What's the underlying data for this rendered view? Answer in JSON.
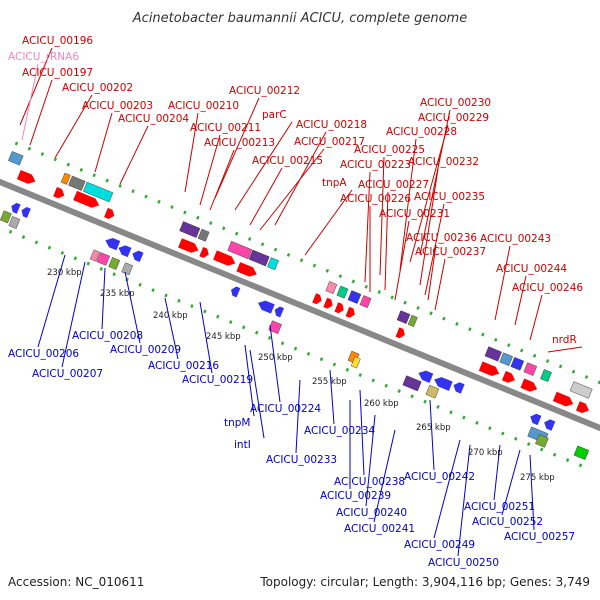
{
  "title": "Acinetobacter baumannii ACICU, complete genome",
  "footer": {
    "accession": "Accession: NC_010611",
    "summary": "Topology: circular; Length: 3,904,116 bp; Genes: 3,749"
  },
  "colors": {
    "forward_label": "#cc0000",
    "reverse_label": "#0000cc",
    "rna_label": "#ee88bb",
    "forward_arrow": "#ee0000",
    "reverse_arrow": "#0000ee",
    "backbone": "#888888",
    "tick": "#33aa33"
  },
  "scale_labels": [
    "230 kbp",
    "235 kbp",
    "240 kbp",
    "245 kbp",
    "250 kbp",
    "255 kbp",
    "260 kbp",
    "265 kbp",
    "270 kbp",
    "275 kbp"
  ],
  "forward_labels": [
    {
      "text": "ACICU_00196"
    },
    {
      "text": "ACICU_rRNA6",
      "kind": "rna"
    },
    {
      "text": "ACICU_00197"
    },
    {
      "text": "ACICU_00202"
    },
    {
      "text": "ACICU_00203"
    },
    {
      "text": "ACICU_00204"
    },
    {
      "text": "ACICU_00210"
    },
    {
      "text": "ACICU_00212"
    },
    {
      "text": "ACICU_00211"
    },
    {
      "text": "parC"
    },
    {
      "text": "ACICU_00213"
    },
    {
      "text": "ACICU_00218"
    },
    {
      "text": "ACICU_00217"
    },
    {
      "text": "ACICU_00215"
    },
    {
      "text": "tnpA"
    },
    {
      "text": "ACICU_00230"
    },
    {
      "text": "ACICU_00229"
    },
    {
      "text": "ACICU_00228"
    },
    {
      "text": "ACICU_00225"
    },
    {
      "text": "ACICU_00223"
    },
    {
      "text": "ACICU_00232"
    },
    {
      "text": "ACICU_00227"
    },
    {
      "text": "ACICU_00226"
    },
    {
      "text": "ACICU_00235"
    },
    {
      "text": "ACICU_00231"
    },
    {
      "text": "ACICU_00236"
    },
    {
      "text": "ACICU_00243"
    },
    {
      "text": "ACICU_00237"
    },
    {
      "text": "nrdR"
    },
    {
      "text": "ACICU_00244"
    },
    {
      "text": "ACICU_00246"
    }
  ],
  "reverse_labels": [
    {
      "text": "ACICU_00206"
    },
    {
      "text": "ACICU_00207"
    },
    {
      "text": "ACICU_00208"
    },
    {
      "text": "ACICU_00209"
    },
    {
      "text": "ACICU_00216"
    },
    {
      "text": "ACICU_00219"
    },
    {
      "text": "ACICU_00224"
    },
    {
      "text": "tnpM"
    },
    {
      "text": "intI"
    },
    {
      "text": "ACICU_00234"
    },
    {
      "text": "ACICU_00233"
    },
    {
      "text": "ACICU_00238"
    },
    {
      "text": "ACICU_00239"
    },
    {
      "text": "ACICU_00242"
    },
    {
      "text": "ACICU_00240"
    },
    {
      "text": "ACICU_00241"
    },
    {
      "text": "ACICU_00249"
    },
    {
      "text": "ACICU_00251"
    },
    {
      "text": "ACICU_00252"
    },
    {
      "text": "ACICU_00250"
    },
    {
      "text": "ACICU_00257"
    }
  ]
}
